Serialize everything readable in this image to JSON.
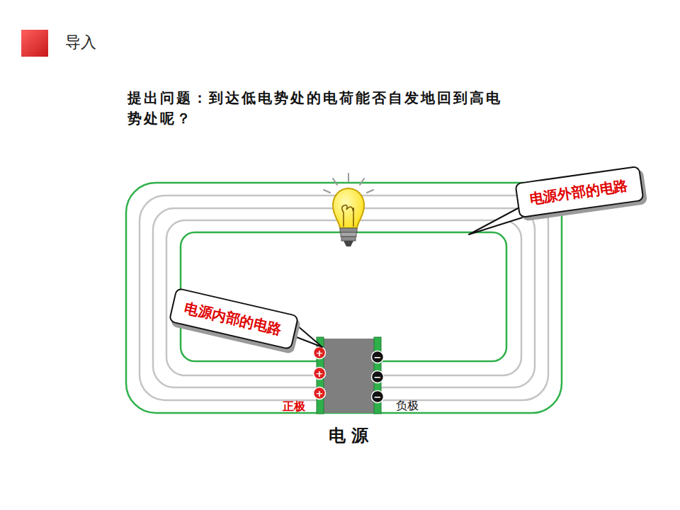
{
  "diagram": {
    "title": "导入",
    "nodes": [
      {
        "text": [
          "电源外部的电路"
        ]
      },
      {
        "text": [
          "电源内部的电路"
        ]
      }
    ],
    "labels": [
      "提出问题：到达低电势处的电荷能否自发地回到高电势处呢？",
      "正极",
      "负极",
      "电 源",
      "+",
      "+",
      "+",
      "−",
      "−",
      "−"
    ]
  }
}
